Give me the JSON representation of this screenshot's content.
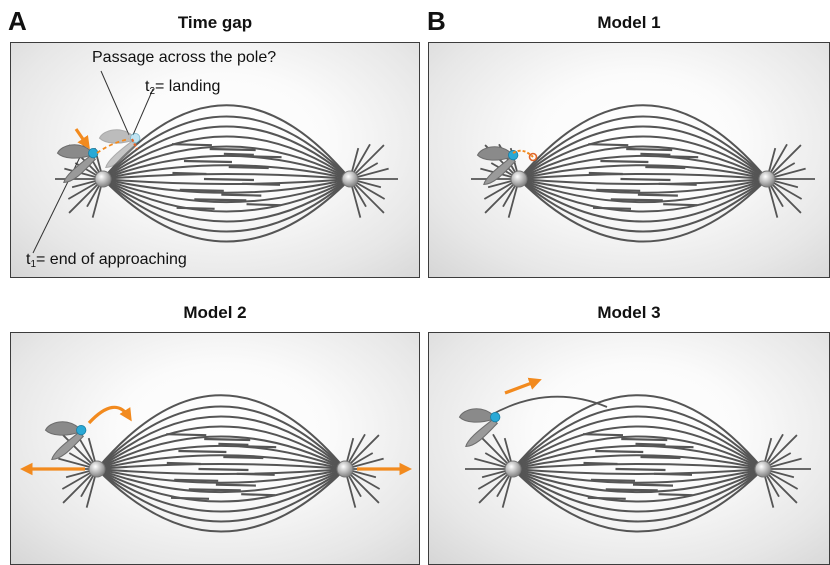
{
  "panel_letters": {
    "a": "A",
    "b": "B"
  },
  "titles": {
    "time_gap": "Time gap",
    "model1": "Model 1",
    "model2": "Model 2",
    "model3": "Model 3"
  },
  "annotations": {
    "passage": "Passage across the pole?",
    "t2_prefix": "t",
    "t2_sub": "2",
    "t2_text": "= landing",
    "t1_prefix": "t",
    "t1_sub": "1",
    "t1_text": "= end of approaching"
  },
  "colors": {
    "microtubule": "#555555",
    "arrow": "#f28a1e",
    "kinetochore_blue": "#2aa9d6",
    "kinetochore_orange": "#e0652a",
    "chromosome": "#8a8a8a",
    "border": "#3c3c3c"
  }
}
